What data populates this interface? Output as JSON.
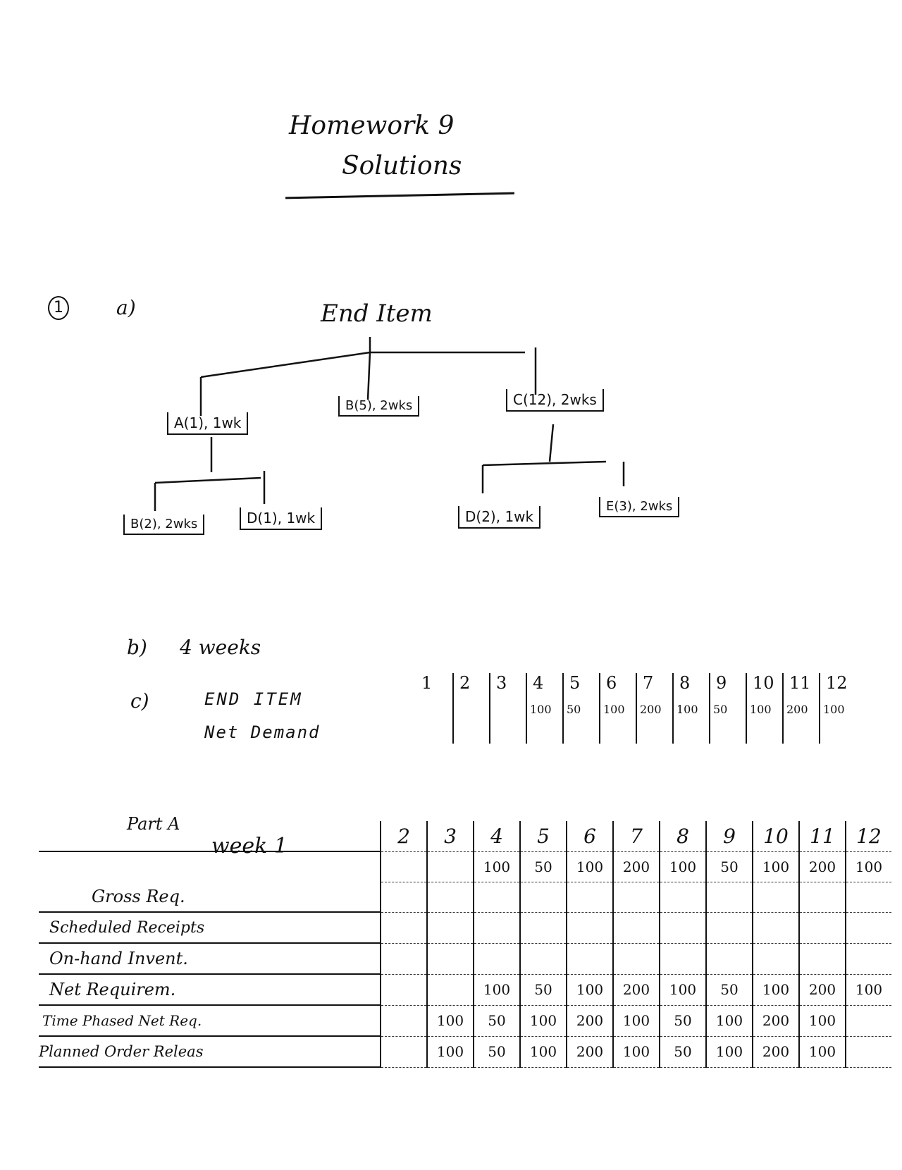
{
  "title": "Homework 9",
  "subtitle": "Solutions",
  "question_number": "1",
  "part_a_label": "a)",
  "tree": {
    "root": "End Item",
    "nodes": {
      "a": "A(1), 1wk",
      "b": "B(5), 2wks",
      "c": "C(12), 2wks",
      "ab": "B(2), 2wks",
      "ad": "D(1), 1wk",
      "cd": "D(2), 1wk",
      "ce": "E(3), 2wks"
    }
  },
  "part_b": {
    "label": "b)",
    "answer": "4 weeks"
  },
  "part_c": {
    "label": "c)",
    "row1": "END ITEM",
    "row2": "Net Demand",
    "weeks": [
      "1",
      "2",
      "3",
      "4",
      "5",
      "6",
      "7",
      "8",
      "9",
      "10",
      "11",
      "12"
    ],
    "net_demand": [
      "",
      "",
      "",
      "100",
      "50",
      "100",
      "200",
      "100",
      "50",
      "100",
      "200",
      "100"
    ]
  },
  "mrp": {
    "part_label": "Part A",
    "week_label": "week 1",
    "weeks": [
      "2",
      "3",
      "4",
      "5",
      "6",
      "7",
      "8",
      "9",
      "10",
      "11",
      "12"
    ],
    "header_values": [
      "",
      "",
      "100",
      "50",
      "100",
      "200",
      "100",
      "50",
      "100",
      "200",
      "100"
    ],
    "rows": [
      {
        "label": "Gross Req.",
        "values": [
          "",
          "",
          "",
          "",
          "",
          "",
          "",
          "",
          "",
          "",
          ""
        ]
      },
      {
        "label": "Scheduled Receipts",
        "values": [
          "",
          "",
          "",
          "",
          "",
          "",
          "",
          "",
          "",
          "",
          ""
        ]
      },
      {
        "label": "On-hand Invent.",
        "values": [
          "",
          "",
          "",
          "",
          "",
          "",
          "",
          "",
          "",
          "",
          ""
        ]
      },
      {
        "label": "Net Requirem.",
        "values": [
          "",
          "",
          "100",
          "50",
          "100",
          "200",
          "100",
          "50",
          "100",
          "200",
          "100"
        ]
      },
      {
        "label": "Time Phased Net Req.",
        "values": [
          "",
          "100",
          "50",
          "100",
          "200",
          "100",
          "50",
          "100",
          "200",
          "100",
          ""
        ]
      },
      {
        "label": "Planned Order Releas",
        "values": [
          "",
          "100",
          "50",
          "100",
          "200",
          "100",
          "50",
          "100",
          "200",
          "100",
          ""
        ]
      }
    ]
  }
}
